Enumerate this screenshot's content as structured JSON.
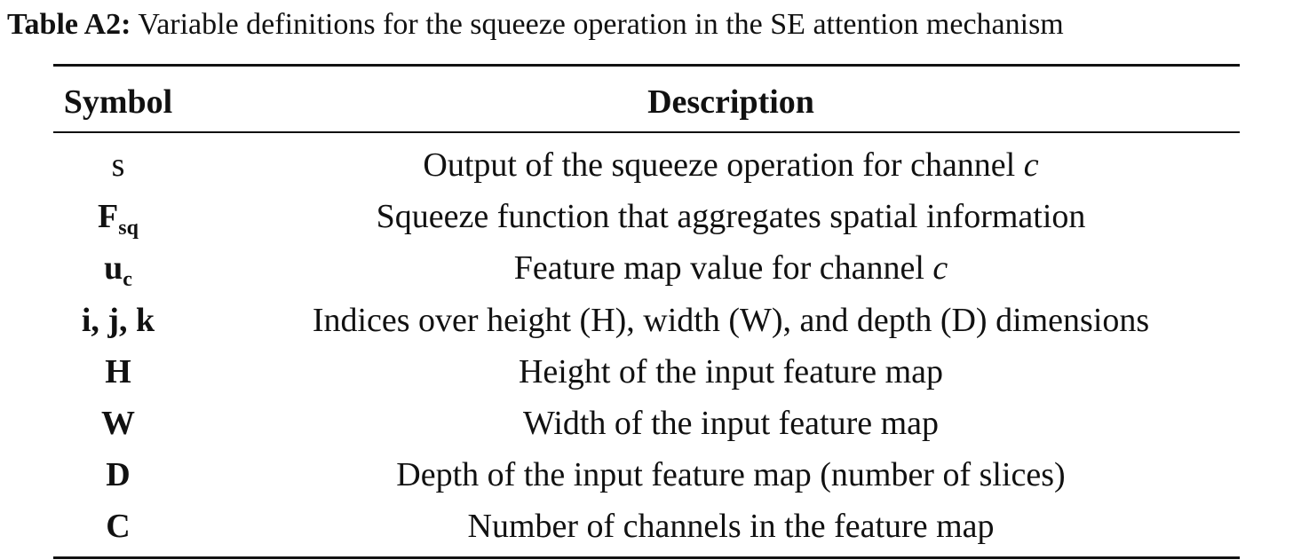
{
  "caption": {
    "label": "Table A2:",
    "text": "Variable definitions for the squeeze operation in the SE attention mechanism"
  },
  "table": {
    "headers": {
      "symbol": "Symbol",
      "description": "Description"
    },
    "rows": [
      {
        "symbol": "s",
        "symbol_sub": "",
        "description": "Output of the squeeze operation for channel",
        "description_var": "c"
      },
      {
        "symbol": "F",
        "symbol_sub": "sq",
        "description": "Squeeze function that aggregates spatial information",
        "description_var": ""
      },
      {
        "symbol": "u",
        "symbol_sub": "c",
        "description": "Feature map value for channel",
        "description_var": "c"
      },
      {
        "symbol": "i, j, k",
        "symbol_sub": "",
        "description": "Indices over height (H), width (W), and depth (D) dimensions",
        "description_var": ""
      },
      {
        "symbol": "H",
        "symbol_sub": "",
        "description": "Height of the input feature map",
        "description_var": ""
      },
      {
        "symbol": "W",
        "symbol_sub": "",
        "description": "Width of the input feature map",
        "description_var": ""
      },
      {
        "symbol": "D",
        "symbol_sub": "",
        "description": "Depth of the input feature map (number of slices)",
        "description_var": ""
      },
      {
        "symbol": "C",
        "symbol_sub": "",
        "description": "Number of channels in the feature map",
        "description_var": ""
      }
    ]
  }
}
